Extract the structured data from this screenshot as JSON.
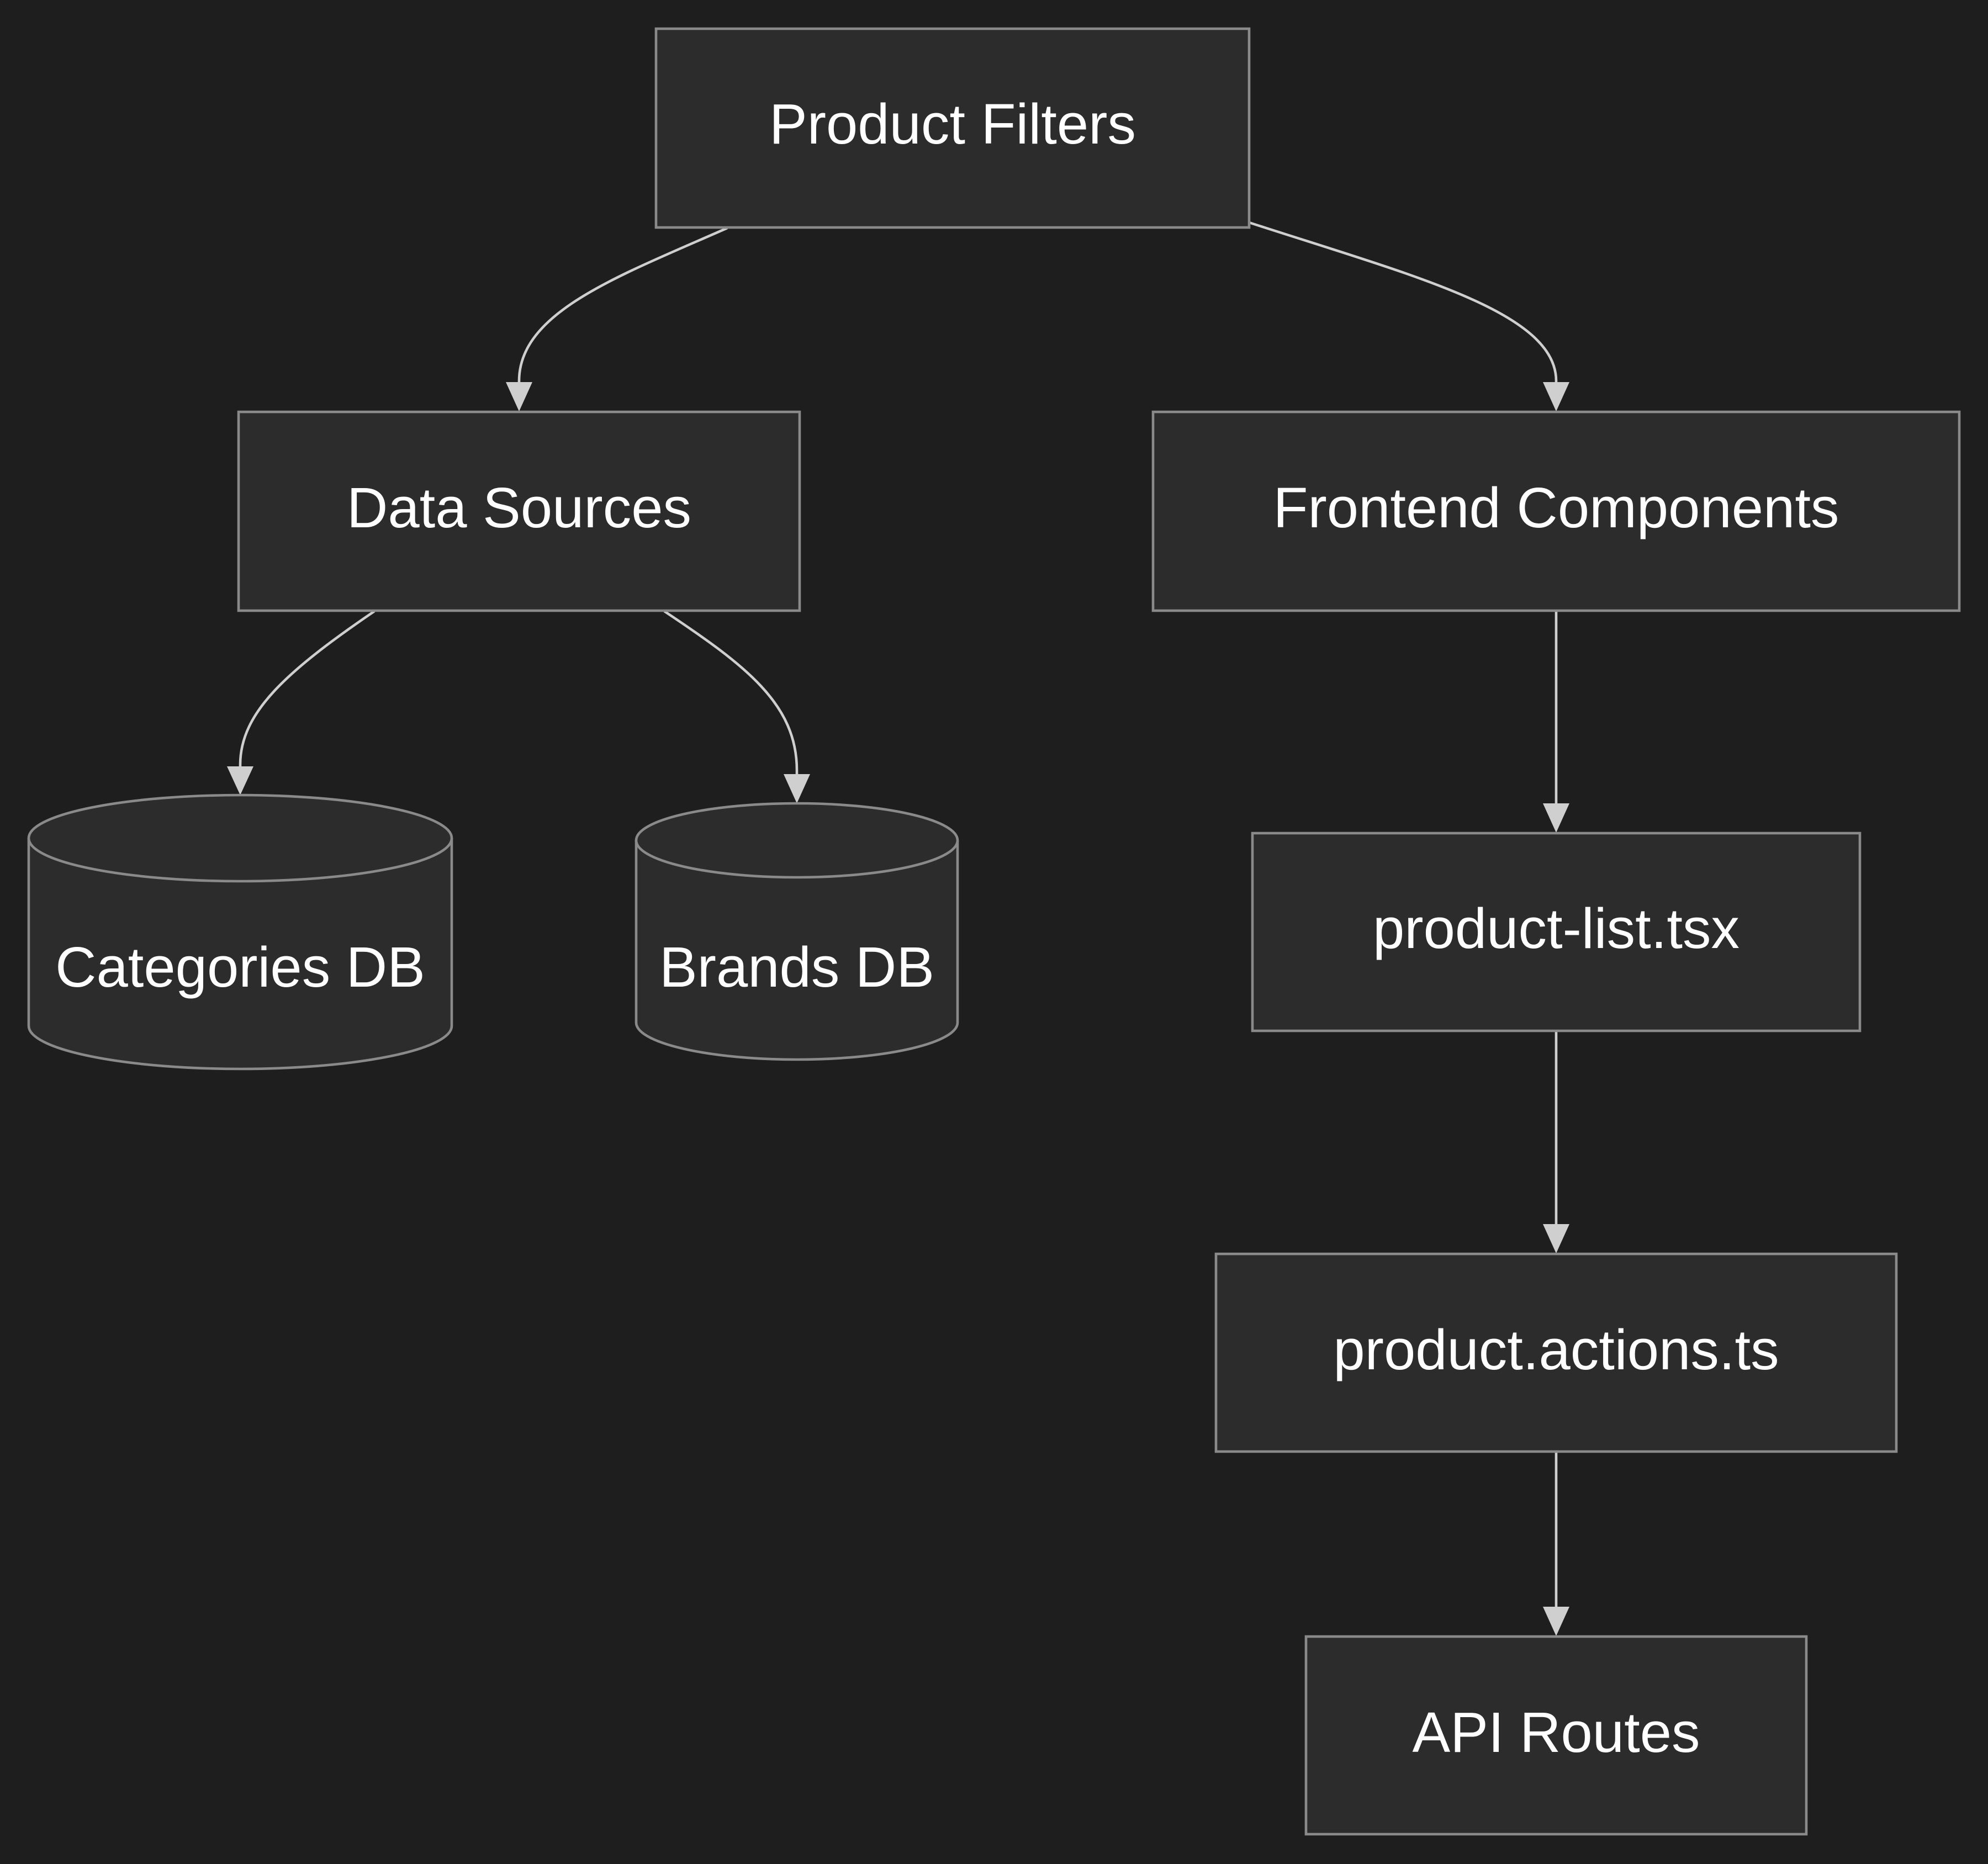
{
  "diagram": {
    "background": "#1e1e1e",
    "node_fill": "#2c2c2c",
    "node_stroke": "#8a8a8a",
    "edge_color": "#cfcfcf",
    "text_color": "#ffffff",
    "nodes": {
      "product_filters": "Product Filters",
      "data_sources": "Data Sources",
      "frontend_components": "Frontend Components",
      "categories_db": "Categories DB",
      "brands_db": "Brands DB",
      "product_list": "product-list.tsx",
      "product_actions": "product.actions.ts",
      "api_routes": "API Routes"
    },
    "edges": [
      {
        "from": "Product Filters",
        "to": "Data Sources"
      },
      {
        "from": "Product Filters",
        "to": "Frontend Components"
      },
      {
        "from": "Data Sources",
        "to": "Categories DB"
      },
      {
        "from": "Data Sources",
        "to": "Brands DB"
      },
      {
        "from": "Frontend Components",
        "to": "product-list.tsx"
      },
      {
        "from": "product-list.tsx",
        "to": "product.actions.ts"
      },
      {
        "from": "product.actions.ts",
        "to": "API Routes"
      }
    ]
  }
}
